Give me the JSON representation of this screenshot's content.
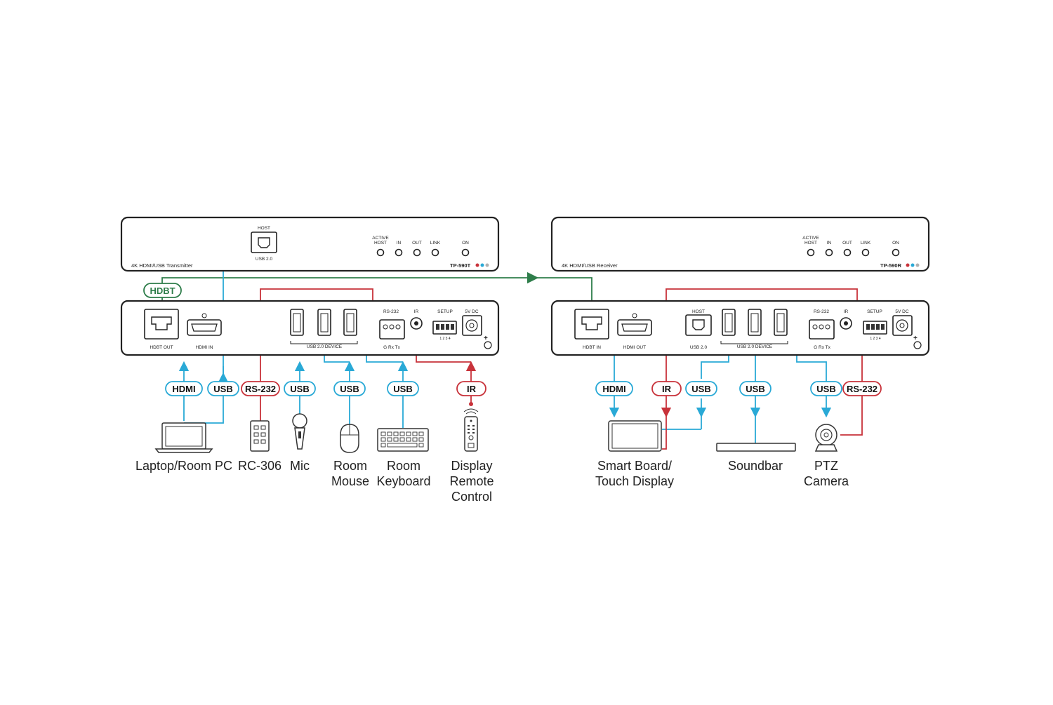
{
  "transmitter": {
    "front": {
      "host_label": "HOST",
      "usb_label": "USB 2.0",
      "led_labels": [
        "ACTIVE HOST",
        "IN",
        "OUT",
        "LINK",
        "ON"
      ],
      "name": "4K HDMI/USB Transmitter",
      "model": "TP-590T"
    },
    "rear": {
      "hdbt_out": "HDBT OUT",
      "hdmi_in": "HDMI IN",
      "usb_device": "USB 2.0 DEVICE",
      "rs232": "RS-232",
      "rs232_pins": "G Rx Tx",
      "ir": "IR",
      "setup": "SETUP",
      "setup_pins": "1 2 3 4",
      "power": "5V DC"
    }
  },
  "receiver": {
    "front": {
      "led_labels": [
        "ACTIVE HOST",
        "IN",
        "OUT",
        "LINK",
        "ON"
      ],
      "name": "4K HDMI/USB Receiver",
      "model": "TP-590R"
    },
    "rear": {
      "hdbt_in": "HDBT IN",
      "hdmi_out": "HDMI OUT",
      "host": "HOST",
      "usb": "USB 2.0",
      "usb_device": "USB 2.0 DEVICE",
      "rs232": "RS-232",
      "rs232_pins": "G Rx Tx",
      "ir": "IR",
      "setup": "SETUP",
      "setup_pins": "1 2 3 4",
      "power": "5V DC"
    }
  },
  "link_label": "HDBT",
  "tx_connections": [
    {
      "label": "HDMI",
      "color": "#29a9d6"
    },
    {
      "label": "USB",
      "color": "#29a9d6"
    },
    {
      "label": "RS-232",
      "color": "#c8323a"
    },
    {
      "label": "USB",
      "color": "#29a9d6"
    },
    {
      "label": "USB",
      "color": "#29a9d6"
    },
    {
      "label": "USB",
      "color": "#29a9d6"
    },
    {
      "label": "IR",
      "color": "#c8323a"
    }
  ],
  "rx_connections": [
    {
      "label": "HDMI",
      "color": "#29a9d6"
    },
    {
      "label": "IR",
      "color": "#c8323a"
    },
    {
      "label": "USB",
      "color": "#29a9d6"
    },
    {
      "label": "USB",
      "color": "#29a9d6"
    },
    {
      "label": "USB",
      "color": "#29a9d6"
    },
    {
      "label": "RS-232",
      "color": "#c8323a"
    }
  ],
  "tx_devices": [
    {
      "lines": [
        "Laptop/Room PC"
      ]
    },
    {
      "lines": [
        "RC-306"
      ]
    },
    {
      "lines": [
        "Mic"
      ]
    },
    {
      "lines": [
        "Room",
        "Mouse"
      ]
    },
    {
      "lines": [
        "Room",
        "Keyboard"
      ]
    },
    {
      "lines": [
        "Display",
        "Remote",
        "Control"
      ]
    }
  ],
  "rx_devices": [
    {
      "lines": [
        "Smart Board/",
        "Touch Display"
      ]
    },
    {
      "lines": [
        "Soundbar"
      ]
    },
    {
      "lines": [
        "PTZ",
        "Camera"
      ]
    }
  ],
  "colors": {
    "hdbt": "#2e7d4a",
    "usb": "#29a9d6",
    "control": "#c8323a",
    "brand_red": "#c8323a",
    "brand_blue": "#29a9d6",
    "brand_grey": "#b0b0b0"
  }
}
